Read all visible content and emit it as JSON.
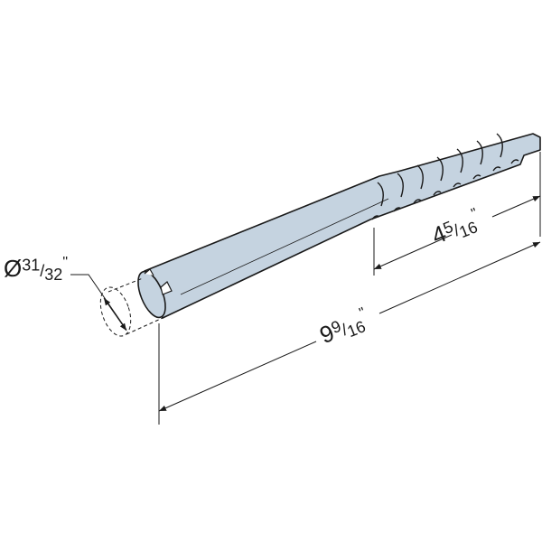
{
  "diagram": {
    "subject": "threaded steel rod / strong-drive anchor",
    "colors": {
      "rod_fill": "#c5d3e0",
      "rod_outline": "#1a1a1a",
      "dimension_line": "#1a1a1a",
      "background": "#ffffff"
    },
    "dimensions": {
      "diameter": {
        "symbol": "Ø",
        "num": "31",
        "den": "32",
        "unit": "\""
      },
      "threaded_length": {
        "whole": "4",
        "num": "5",
        "den": "16",
        "unit": "\""
      },
      "overall_length": {
        "whole": "9",
        "num": "9",
        "den": "16",
        "unit": "\""
      }
    }
  }
}
